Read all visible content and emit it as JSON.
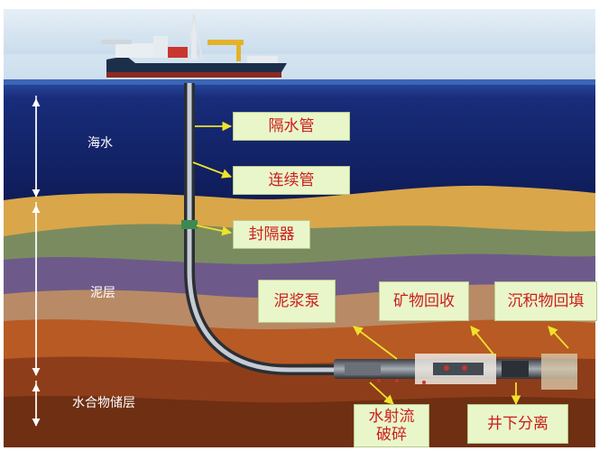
{
  "zones": {
    "seawater": "海水",
    "mud": "泥层",
    "hydrate": "水合物储层"
  },
  "callouts": {
    "riser": "隔水管",
    "coiled_tubing": "连续管",
    "packer": "封隔器",
    "mud_pump": "泥浆泵",
    "mineral_recovery": "矿物回收",
    "sediment_backfill": "沉积物回填",
    "jet_breaking_line1": "水射流",
    "jet_breaking_line2": "破碎",
    "downhole_separation": "井下分离"
  },
  "colors": {
    "sky": "#cfe2f0",
    "sea": "#13236b",
    "callout_text": "#cc1d1d",
    "callout_bg": "#e9f6c9",
    "arrow": "#f0e22a"
  }
}
